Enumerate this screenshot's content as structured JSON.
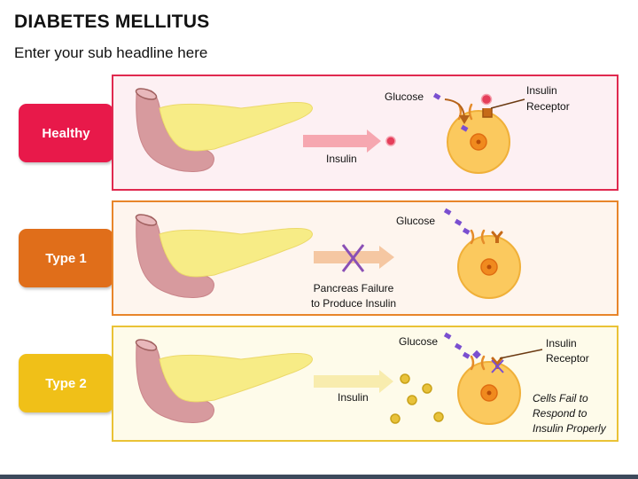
{
  "header": {
    "title": "DIABETES MELLITUS",
    "subtitle": "Enter your sub headline here"
  },
  "rows": [
    {
      "tag": "Healthy",
      "color": "#e8194a",
      "panel_border": "#e0294f",
      "panel_fill": "#fdf0f3",
      "glucose_label": "Glucose",
      "receptor_label": [
        "Insulin",
        "Receptor"
      ],
      "arrow_label": "Insulin"
    },
    {
      "tag": "Type 1",
      "color": "#e06e1a",
      "panel_border": "#e8852a",
      "panel_fill": "#fef5ee",
      "glucose_label": "Glucose",
      "arrow_label": [
        "Pancreas Failure",
        "to Produce Insulin"
      ]
    },
    {
      "tag": "Type 2",
      "color": "#f0c018",
      "panel_border": "#eac236",
      "panel_fill": "#fefbea",
      "glucose_label": "Glucose",
      "receptor_label": [
        "Insulin",
        "Receptor"
      ],
      "arrow_label": "Insulin",
      "note": [
        "Cells Fail to",
        "Respond to",
        "Insulin Properly"
      ]
    }
  ]
}
